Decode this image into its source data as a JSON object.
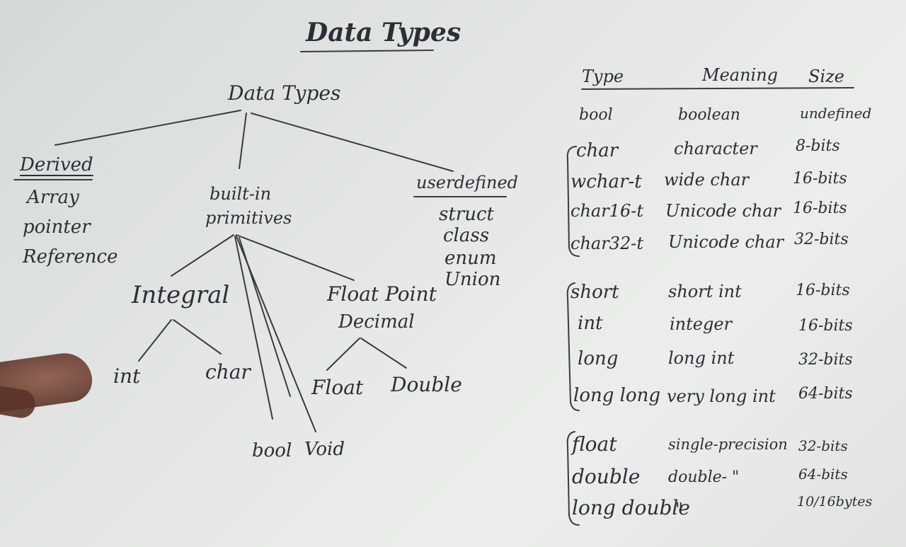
{
  "title": "Data Types",
  "tree": {
    "root": "Data Types",
    "derived": {
      "heading": "Derived",
      "items": [
        "Array",
        "pointer",
        "Reference"
      ]
    },
    "builtin": {
      "line1": "built-in",
      "line2": "primitives"
    },
    "userdefined": {
      "heading": "userdefined",
      "items": [
        "struct",
        "class",
        "enum",
        "Union"
      ]
    },
    "integral": "Integral",
    "float_point": {
      "line1": "Float Point",
      "line2": "Decimal"
    },
    "int": "int",
    "char": "char",
    "float": "Float",
    "double": "Double",
    "bool": "bool",
    "void": "Void"
  },
  "table": {
    "headers": {
      "type": "Type",
      "meaning": "Meaning",
      "size": "Size"
    },
    "rows": [
      {
        "type": "bool",
        "meaning": "boolean",
        "size": "undefined"
      },
      {
        "type": "char",
        "meaning": "character",
        "size": "8-bits"
      },
      {
        "type": "wchar-t",
        "meaning": "wide char",
        "size": "16-bits"
      },
      {
        "type": "char16-t",
        "meaning": "Unicode char",
        "size": "16-bits"
      },
      {
        "type": "char32-t",
        "meaning": "Unicode char",
        "size": "32-bits"
      },
      {
        "type": "short",
        "meaning": "short int",
        "size": "16-bits"
      },
      {
        "type": "int",
        "meaning": "integer",
        "size": "16-bits"
      },
      {
        "type": "long",
        "meaning": "long int",
        "size": "32-bits"
      },
      {
        "type": "long long",
        "meaning": "very long int",
        "size": "64-bits"
      },
      {
        "type": "float",
        "meaning": "single-precision",
        "size": "32-bits"
      },
      {
        "type": "double",
        "meaning": "double- \"",
        "size": "64-bits"
      },
      {
        "type": "long double",
        "meaning": "\"",
        "size": "10/16bytes"
      }
    ]
  }
}
